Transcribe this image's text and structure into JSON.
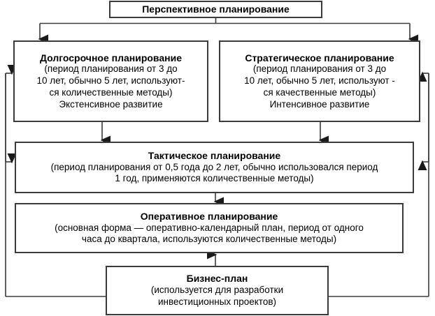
{
  "diagram": {
    "type": "flowchart",
    "language": "ru",
    "colors": {
      "box_border": "#3b3b3b",
      "box_fill": "#ffffff",
      "connector": "#3b3b3b",
      "text": "#000000"
    },
    "nodes": [
      {
        "id": "perspective",
        "title": "Перспективное планирование",
        "body": "",
        "extra": ""
      },
      {
        "id": "longterm",
        "title": "Долгосрочное планирование",
        "body": "(период планирования от 3 до\n10 лет, обычно 5 лет, использу­ют-\nся количественные методы)",
        "extra": "Экстенсивное развитие"
      },
      {
        "id": "strategic",
        "title": "Стратегическое планирование",
        "body": "(период планирования от 3 до\n10 лет, обычно 5 лет, использу­ют -\nся качественные методы)",
        "extra": "Интенсивное развитие"
      },
      {
        "id": "tactical",
        "title": "Тактическое планирование",
        "body": "(период планирования от 0,5 года до 2 лет, обычно использовался период\n1 год, применяются количественные методы)",
        "extra": ""
      },
      {
        "id": "operative",
        "title": "Оперативное планирование",
        "body": "(основная форма —  оперативно-календарный план, период от одного\nчаса до квартала, используются количественные методы)",
        "extra": ""
      },
      {
        "id": "business",
        "title": "Бизнес-план",
        "body": "(используется для разработки\nинвестиционных проектов)",
        "extra": ""
      }
    ],
    "connectors": [
      {
        "id": "perspective-to-longterm",
        "from": "perspective",
        "to": "longterm",
        "style": "elbow-arrow"
      },
      {
        "id": "perspective-to-strategic",
        "from": "perspective",
        "to": "strategic",
        "style": "elbow-arrow"
      },
      {
        "id": "longterm-to-tactical",
        "from": "longterm",
        "to": "tactical",
        "style": "straight-arrow"
      },
      {
        "id": "strategic-to-tactical",
        "from": "strategic",
        "to": "tactical",
        "style": "straight-arrow"
      },
      {
        "id": "tactical-to-operative",
        "from": "tactical",
        "to": "operative",
        "style": "straight-arrow"
      },
      {
        "id": "business-to-operative",
        "from": "business",
        "to": "operative",
        "style": "straight-arrow"
      },
      {
        "id": "business-feedback-left",
        "from": "business",
        "to": "longterm",
        "style": "feedback-loop-left"
      },
      {
        "id": "business-feedback-left-tactical",
        "from": "business",
        "to": "tactical",
        "style": "feedback-loop-left"
      },
      {
        "id": "business-feedback-right",
        "from": "business",
        "to": "strategic",
        "style": "feedback-loop-right"
      },
      {
        "id": "business-feedback-right-tactical",
        "from": "business",
        "to": "tactical",
        "style": "feedback-loop-right"
      }
    ]
  }
}
